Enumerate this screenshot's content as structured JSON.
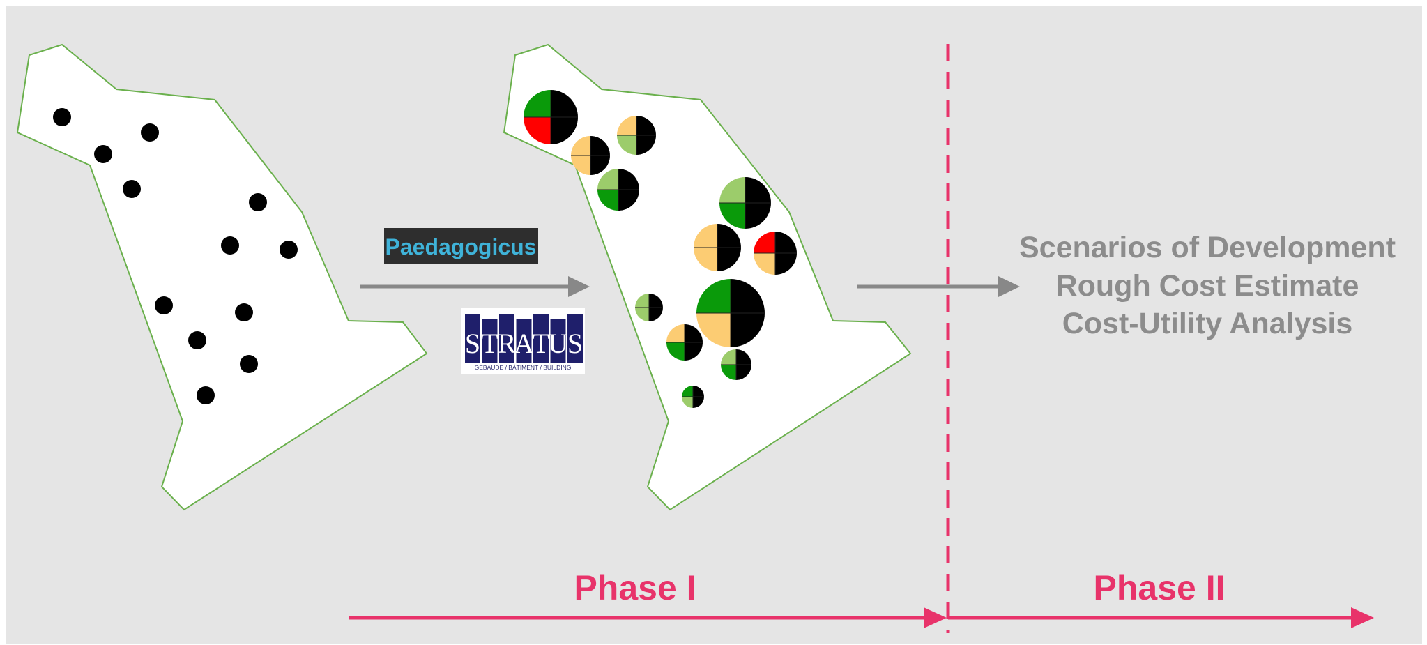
{
  "colors": {
    "background": "#e5e5e5",
    "phase_accent": "#e8336a",
    "outcome_text": "#8c8c8c",
    "arrow_gray": "#888888",
    "outline_green": "#6ab04c",
    "pie_dark_green": "#0a9a0a",
    "pie_light_green": "#9ccc6b",
    "pie_orange": "#fccc73",
    "pie_red": "#ff0000",
    "pie_black": "#000000"
  },
  "logos": {
    "paedagogicus": {
      "text": "Paedagogicus",
      "icon": "paedagogicus-logo"
    },
    "stratus": {
      "letters": [
        "S",
        "T",
        "R",
        "A",
        "T",
        "U",
        "S"
      ],
      "subtitle": "GEBÄUDE / BÂTIMENT / BUILDING",
      "icon": "stratus-logo"
    }
  },
  "outcomes": {
    "line1": "Scenarios of Development",
    "line2": "Rough Cost Estimate",
    "line3": "Cost-Utility Analysis"
  },
  "phases": {
    "phase1": "Phase I",
    "phase2": "Phase II"
  }
}
